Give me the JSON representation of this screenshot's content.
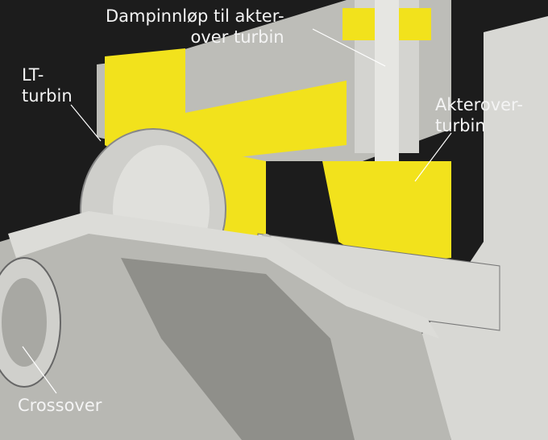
{
  "labels": {
    "steam_inlet": "Dampinnløp til akter-\nover turbin",
    "lp_turbine": "LT-\nturbin",
    "astern_turbine": "Akterover-\nturbin",
    "crossover": "Crossover"
  },
  "colors": {
    "background": "#1c1c1c",
    "cutaway": "#f2e21c",
    "metal": "#c9c9c6"
  }
}
